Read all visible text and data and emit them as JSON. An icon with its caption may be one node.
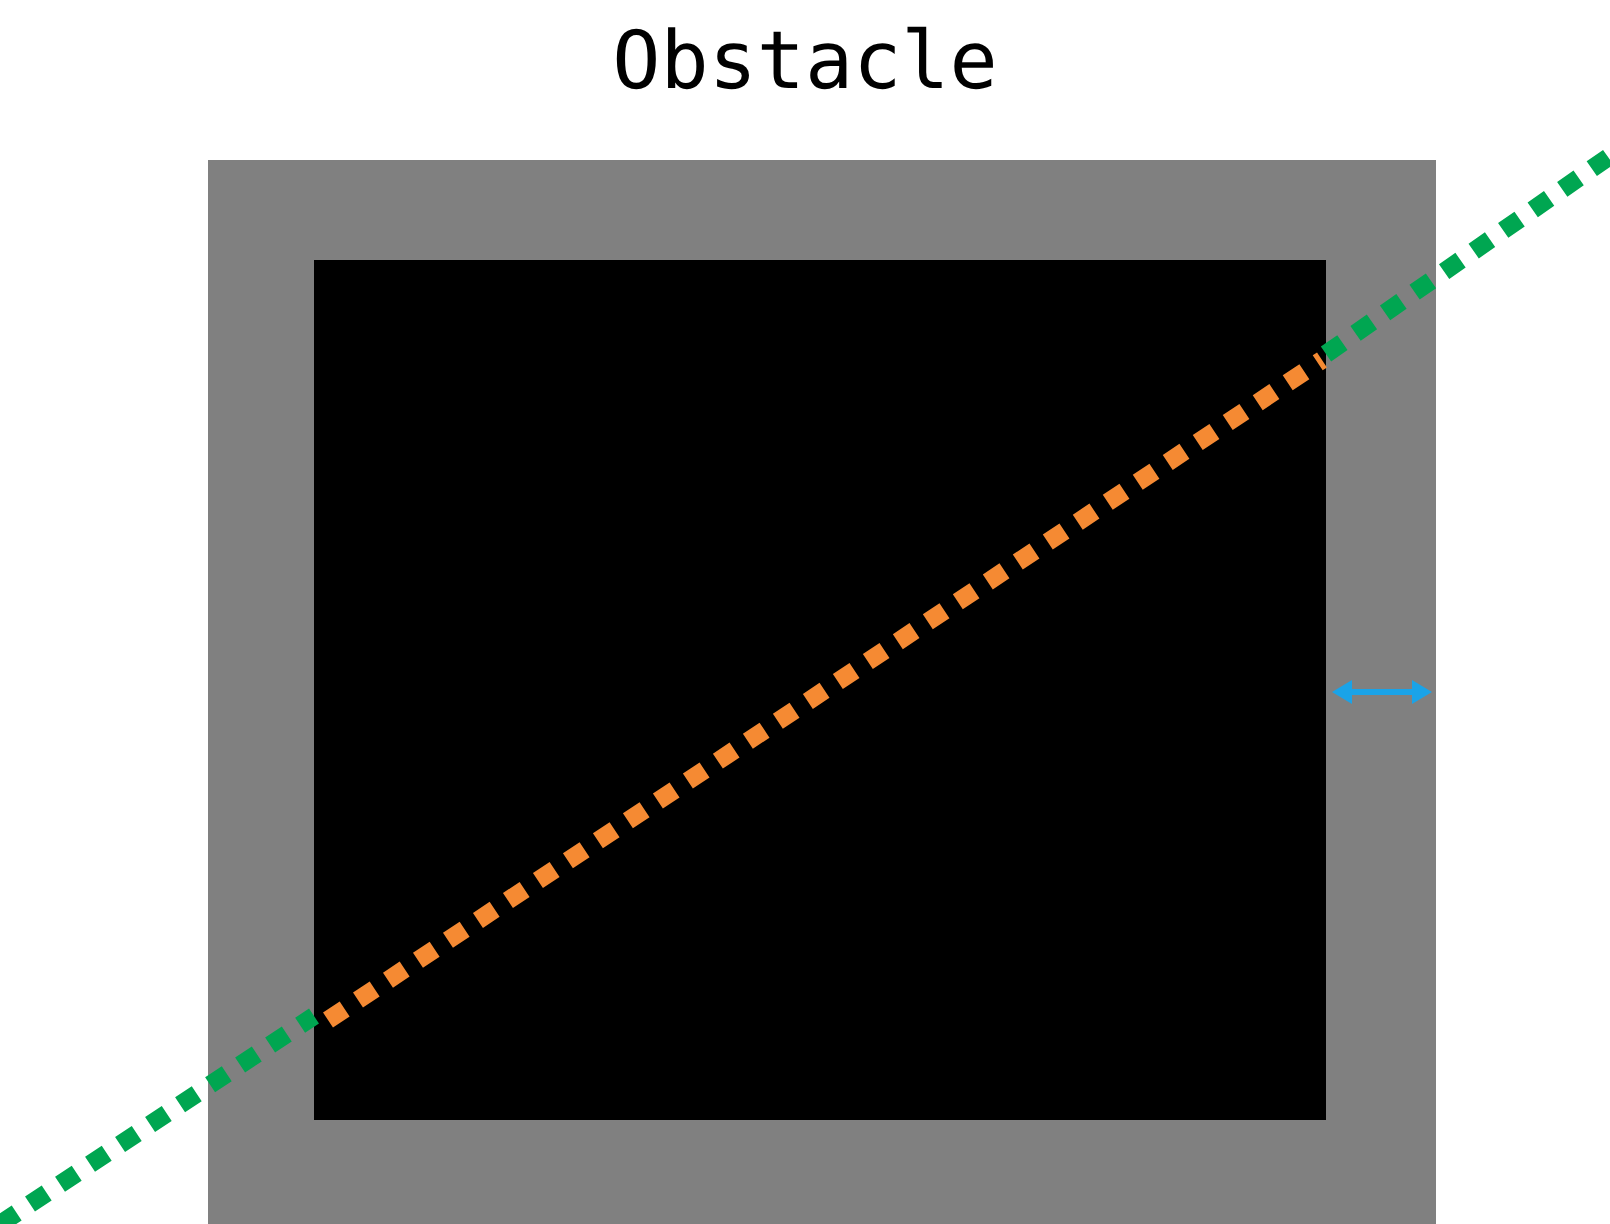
{
  "diagram": {
    "nodes": [
      {
        "text": [
          "Obstacle"
        ]
      },
      {
        "text": [],
        "shape": "box",
        "in": 0
      }
    ]
  }
}
